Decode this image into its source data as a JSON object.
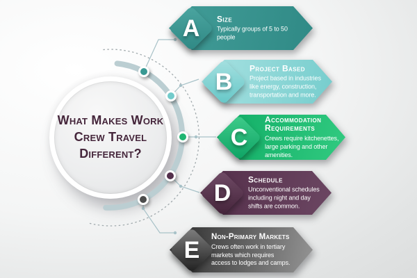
{
  "title": {
    "text": "What Makes Work Crew Travel Different?",
    "lines": [
      "What Makes Work",
      "Crew Travel",
      "Different?"
    ],
    "color": "#45263b"
  },
  "items": [
    {
      "letter": "A",
      "label": "Size",
      "description": "Typically groups of 5 to 50 people",
      "desc_lines": [
        "Typically groups of 5 to 50",
        "people"
      ],
      "colors": {
        "body_start": "#429d98",
        "body_end": "#308a86",
        "diamond_start": "#4ba5a0",
        "diamond_end": "#2f8884",
        "dot": "#399993"
      }
    },
    {
      "letter": "B",
      "label": "Project Based",
      "description": "Project based in industries like energy, construction, transportation and more.",
      "desc_lines": [
        "Project based in industries",
        "like energy, construction,",
        "transportation and more."
      ],
      "colors": {
        "body_start": "#a9e2e2",
        "body_end": "#76cdcd",
        "diamond_start": "#a5e0e0",
        "diamond_end": "#65c7c7",
        "dot": "#72cbcb"
      }
    },
    {
      "letter": "C",
      "label": "Accommodation Requirements",
      "description": "Crews require kitchenettes, large parking and other amenities.",
      "desc_lines": [
        "Crews require kitchenettes,",
        "large parking and other",
        "amenities."
      ],
      "colors": {
        "body_start": "#10ac65",
        "body_end": "#31ca80",
        "diamond_start": "#3fcc8b",
        "diamond_end": "#0da263",
        "dot": "#1eb571"
      }
    },
    {
      "letter": "D",
      "label": "Schedule",
      "description": "Unconventional schedules including night and day shifts are common.",
      "desc_lines": [
        "Unconventional schedules",
        "including night and day",
        "shifts are common."
      ],
      "colors": {
        "body_start": "#532e49",
        "body_end": "#6b4662",
        "diamond_start": "#714c67",
        "diamond_end": "#432339",
        "dot": "#54304c"
      }
    },
    {
      "letter": "E",
      "label": "Non-Primary Markets",
      "description": "Crews often work in tertiary markets which requires access to lodges and camps.",
      "desc_lines": [
        "Crews often work in tertiary",
        "markets which requires",
        "access to lodges and camps."
      ],
      "colors": {
        "body_start": "#2c2c2c",
        "body_end": "#949494",
        "diamond_start": "#808080",
        "diamond_end": "#1e1e1e",
        "dot": "#4c4c4c"
      }
    }
  ],
  "decor": {
    "arc_color": "#bbced2",
    "dashed_color": "#a0a9ac",
    "connector_color": "#a8c2c8"
  }
}
